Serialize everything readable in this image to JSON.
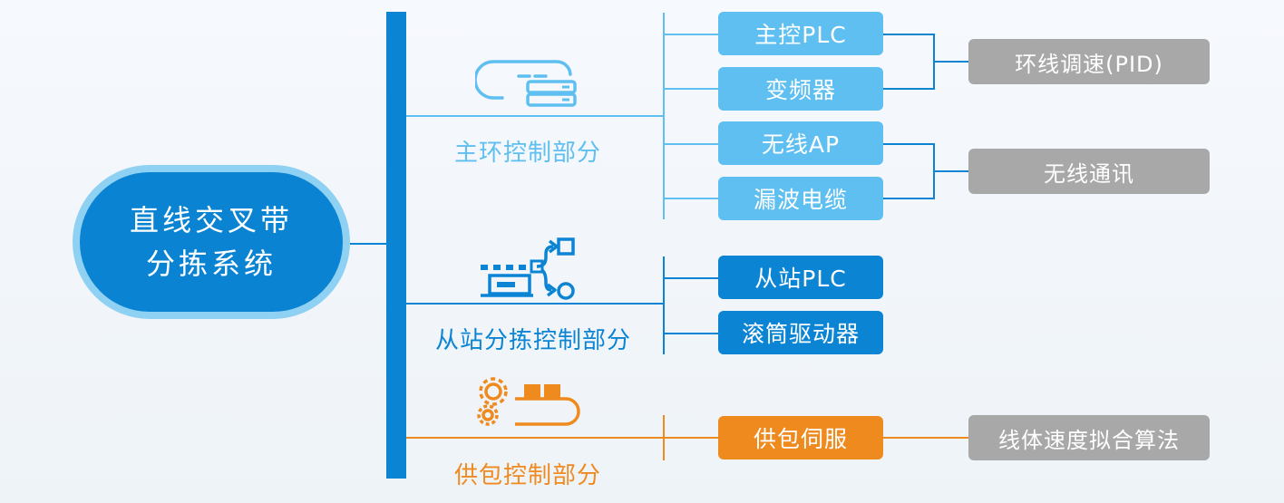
{
  "root": {
    "line1": "直线交叉带",
    "line2": "分拣系统"
  },
  "sections": {
    "main": {
      "label": "主环控制部分",
      "items": [
        "主控PLC",
        "变频器",
        "无线AP",
        "漏波电缆"
      ],
      "groups": [
        "环线调速(PID)",
        "无线通讯"
      ]
    },
    "slave": {
      "label": "从站分拣控制部分",
      "items": [
        "从站PLC",
        "滚筒驱动器"
      ]
    },
    "feed": {
      "label": "供包控制部分",
      "items": [
        "供包伺服"
      ],
      "groups": [
        "线体速度拟合算法"
      ]
    }
  },
  "colors": {
    "light_blue": "#5ebff0",
    "dark_blue": "#0b84d4",
    "orange": "#ef8a1f",
    "gray": "#a8a8a8"
  }
}
